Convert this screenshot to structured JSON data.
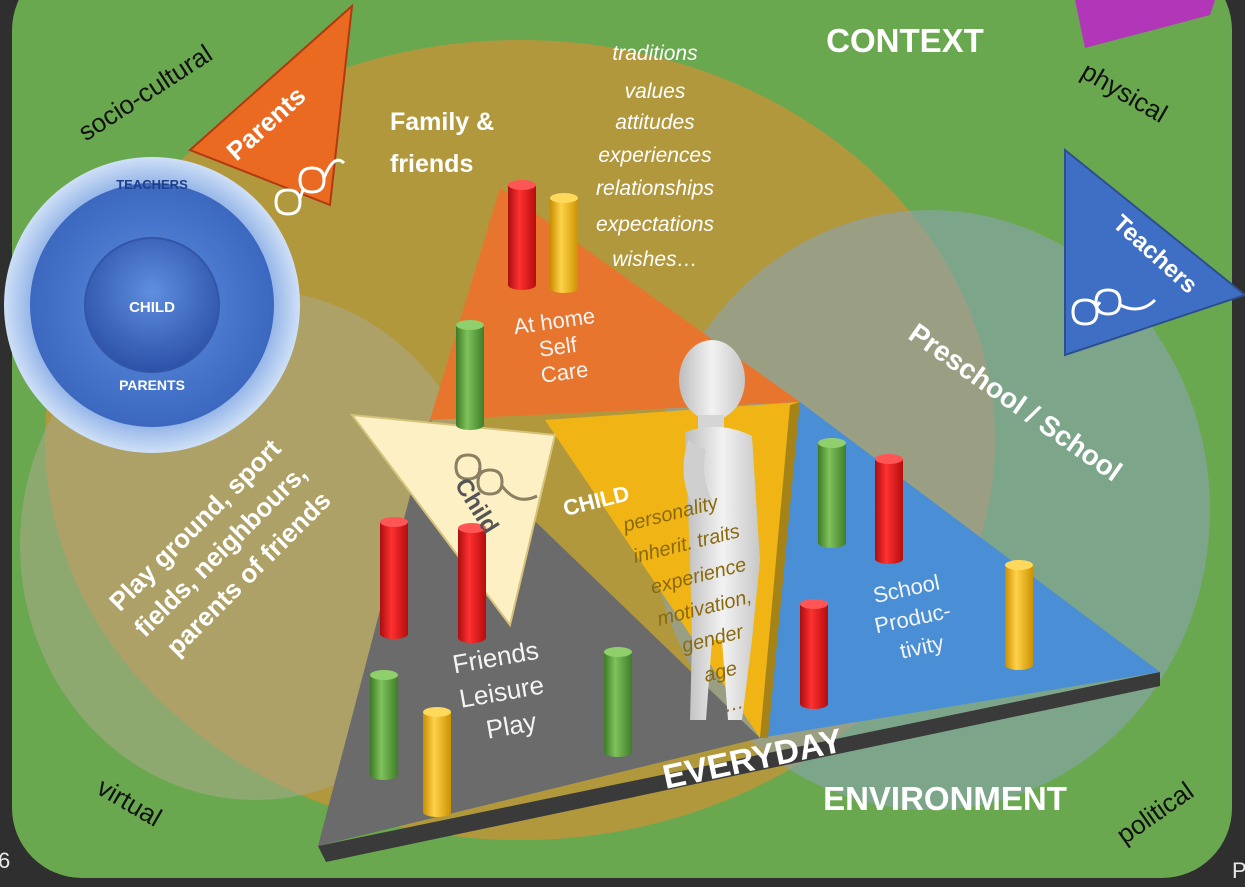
{
  "context_title": "CONTEXT",
  "environment_title": "ENVIRONMENT",
  "everyday_title": "EVERYDAY",
  "corner_labels": {
    "socio_cultural": "socio-cultural",
    "physical": "physical",
    "virtual": "virtual",
    "political": "political"
  },
  "family": {
    "title_line1": "Family &",
    "title_line2": "friends",
    "influences": [
      "traditions",
      "values",
      "attitudes",
      "experiences",
      "relationships",
      "expectations",
      "wishes…"
    ]
  },
  "home_triangle": {
    "lines": [
      "At home",
      "Self",
      "Care"
    ]
  },
  "leisure_triangle": {
    "lines": [
      "Friends",
      "Leisure",
      "Play"
    ]
  },
  "school_triangle": {
    "lines": [
      "School",
      "Produc-",
      "tivity"
    ]
  },
  "child_center": {
    "title": "CHILD",
    "traits": [
      "personality",
      "inherit. traits",
      "experience",
      "motivation,",
      "gender",
      "age",
      "…"
    ]
  },
  "playground_lines": [
    "Play ground, sport",
    "fields, neighbours,",
    "parents of friends"
  ],
  "preschool_label": "Preschool / School",
  "perspective_flags": {
    "parents": "Parents",
    "teachers": "Teachers",
    "child": "Child"
  },
  "circles": {
    "outer": "TEACHERS",
    "inner": "CHILD",
    "bottom": "PARENTS"
  },
  "edge_fragments": {
    "left": "6",
    "right": "P"
  },
  "colors": {
    "background": "#2f2f2f",
    "context_green": "#6aa84f",
    "family_oval": "#b9973c",
    "home_orange": "#e8752e",
    "leisure_grey": "#6b6b6b",
    "school_blue": "#4a8fd6",
    "child_yellow": "#f0b414",
    "parents_flag": "#ea6a22",
    "teachers_flag": "#3f6fc4",
    "top_right_flag": "#b236b8",
    "circle_blue": "#4f7fd0",
    "cylinder_red": "#e11b1b",
    "cylinder_green": "#5aa03c",
    "cylinder_yellow": "#f2b30c"
  },
  "icons": [
    "glasses-icon",
    "person-figure-icon"
  ]
}
